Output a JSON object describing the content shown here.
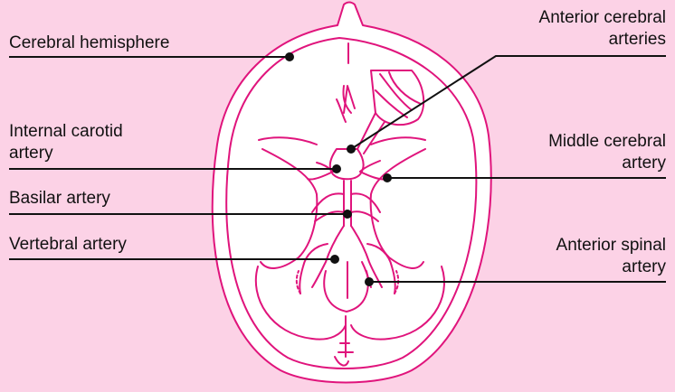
{
  "colors": {
    "background": "#fcd2e6",
    "anatomy_stroke": "#e0147c",
    "anatomy_fill": "#ffffff",
    "leader_line": "#111111"
  },
  "labels": {
    "cerebral_hemisphere": "Cerebral hemisphere",
    "internal_carotid_1": "Internal carotid",
    "internal_carotid_2": "artery",
    "basilar_artery": "Basilar artery",
    "vertebral_artery": "Vertebral artery",
    "anterior_cerebral_1": "Anterior cerebral",
    "anterior_cerebral_2": "arteries",
    "middle_cerebral_1": "Middle cerebral",
    "middle_cerebral_2": "artery",
    "anterior_spinal_1": "Anterior spinal",
    "anterior_spinal_2": "artery"
  }
}
